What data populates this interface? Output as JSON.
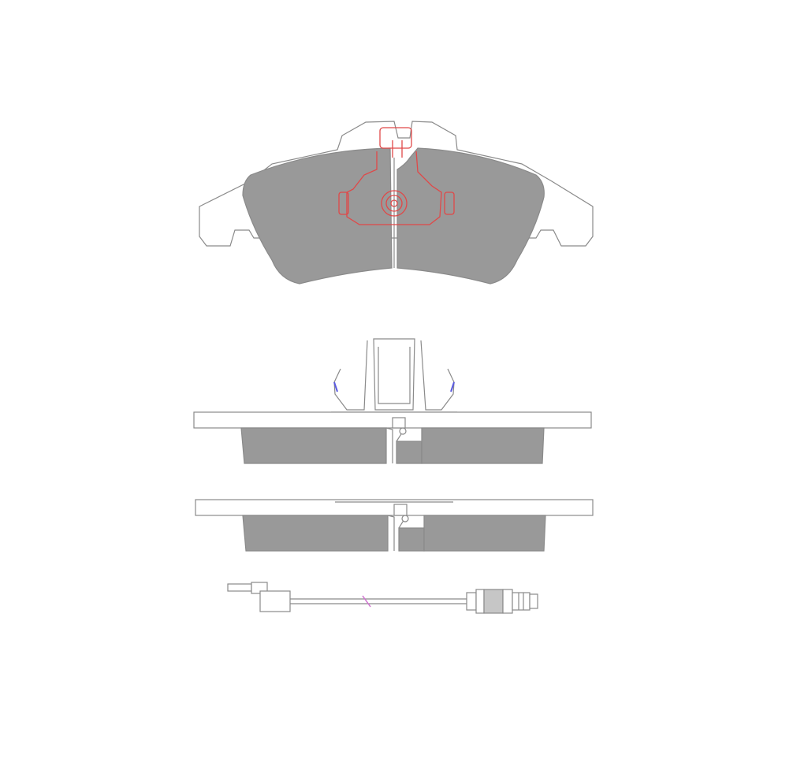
{
  "drawing": {
    "views": [
      {
        "id": "front-view",
        "label": ""
      },
      {
        "id": "side-view-clip",
        "label": ""
      },
      {
        "id": "side-view-plain",
        "label": ""
      },
      {
        "id": "wear-sensor",
        "label": ""
      }
    ],
    "colors": {
      "friction_material": "#999999",
      "outline": "#8a8a8a",
      "backing_plate": "#ffffff",
      "sensor_clip": "#e04848",
      "spring_tip": "#5a5ae0",
      "wire_mark": "#d070d0",
      "connector_fill": "#c6c6c6"
    }
  }
}
